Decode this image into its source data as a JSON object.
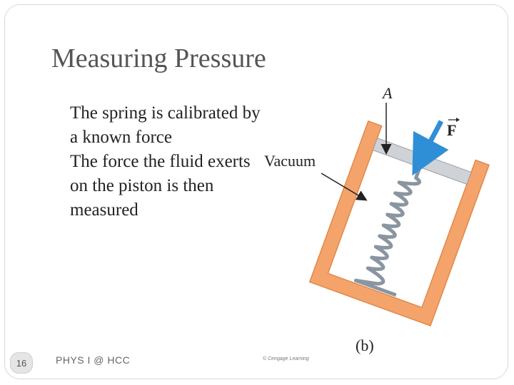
{
  "slide": {
    "title": "Measuring Pressure",
    "bullets": [
      {
        "glyph": "",
        "text": "The spring is calibrated by a known force"
      },
      {
        "glyph": "",
        "text": "The force the fluid exerts on the piston is then measured"
      }
    ],
    "page_number": "16",
    "footer": "PHYS I @ HCC"
  },
  "figure": {
    "label_a": "A",
    "label_f": "F",
    "label_vacuum": "Vacuum",
    "label_b": "(b)",
    "credit": "© Cengage Learning",
    "colors": {
      "container": "#f4a46b",
      "container_edge": "#e0884a",
      "piston": "#cfd2d6",
      "spring": "#8a95a1",
      "force_arrow": "#2f8fd6"
    }
  }
}
